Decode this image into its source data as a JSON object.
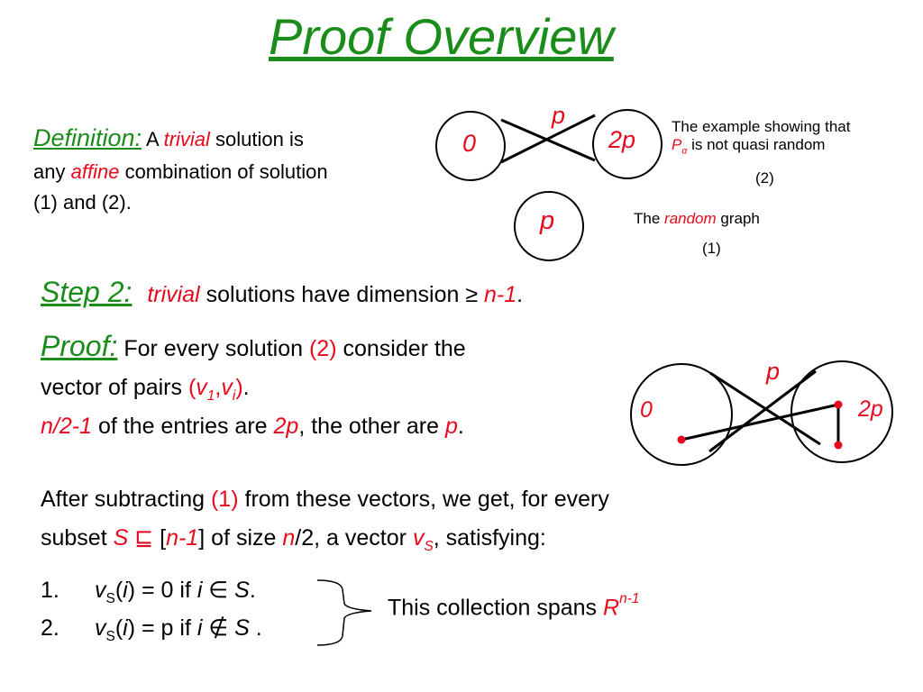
{
  "slide": {
    "title": "Proof Overview",
    "definition": {
      "label": "Definition:",
      "t1": "A",
      "trivial": "trivial",
      "t2": "solution is",
      "t3": "any",
      "affine": "affine",
      "t4": "combination of solution",
      "t5": "(1) and (2)."
    },
    "diagram_top": {
      "node_left": "0",
      "node_right": "2p",
      "node_p_above": "p",
      "node_single": "p",
      "example_line1": "The example showing that",
      "example_line2_P": "P",
      "example_line2_alpha": "α",
      "example_line2_rest": "is not quasi random",
      "label_2": "(2)",
      "random_pre": "The",
      "random_word": "random",
      "random_post": "graph",
      "label_1": "(1)"
    },
    "step2": {
      "label": "Step 2:",
      "trivial": "trivial",
      "text": "solutions have dimension",
      "geq": "≥",
      "n1": "n-1",
      "period": "."
    },
    "proof": {
      "label": "Proof:",
      "t1": "For every solution",
      "two": "(2)",
      "t2": "consider the",
      "t3": "vector of pairs",
      "open": "(",
      "v": "v",
      "sub1": "1",
      "comma": ",",
      "v2": "v",
      "subi": "i",
      "close": ")",
      "period": ".",
      "n21": "n/2-1",
      "t4": "of the entries are",
      "twop": "2p",
      "t5": ", the other are",
      "p": "p",
      "period2": "."
    },
    "diagram_bottom": {
      "node_left": "0",
      "node_right": "2p",
      "node_p_above": "p"
    },
    "after": {
      "t1": "After subtracting",
      "one": "(1)",
      "t2": "from these vectors, we get, for every",
      "t3": "subset",
      "S": "S",
      "subseteq": "⊑",
      "lb": "[",
      "n1": "n-1",
      "rb": "]",
      "t4": "of size",
      "n": "n",
      "slash2": "/2",
      "t5": ", a vector",
      "vS_v": "v",
      "vS_S": "S",
      "t6": ", satisfying:"
    },
    "items": [
      {
        "num": "1.",
        "v": "v",
        "S": "S",
        "lp": "(",
        "i": "i",
        "rp": ")",
        "rest": "= 0 if",
        "i2": "i",
        "rel": "∈",
        "S2": "S",
        "end": "."
      },
      {
        "num": "2.",
        "v": "v",
        "S": "S",
        "lp": "(",
        "i": "i",
        "rp": ")",
        "rest": "= p if",
        "i2": "i",
        "rel": "∉",
        "S2": "S",
        "end": " ."
      }
    ],
    "spans": {
      "text": "This collection spans",
      "R": "R",
      "sup": "n-1"
    },
    "colors": {
      "title": "#1a8c1a",
      "accent": "#e8091c"
    }
  }
}
